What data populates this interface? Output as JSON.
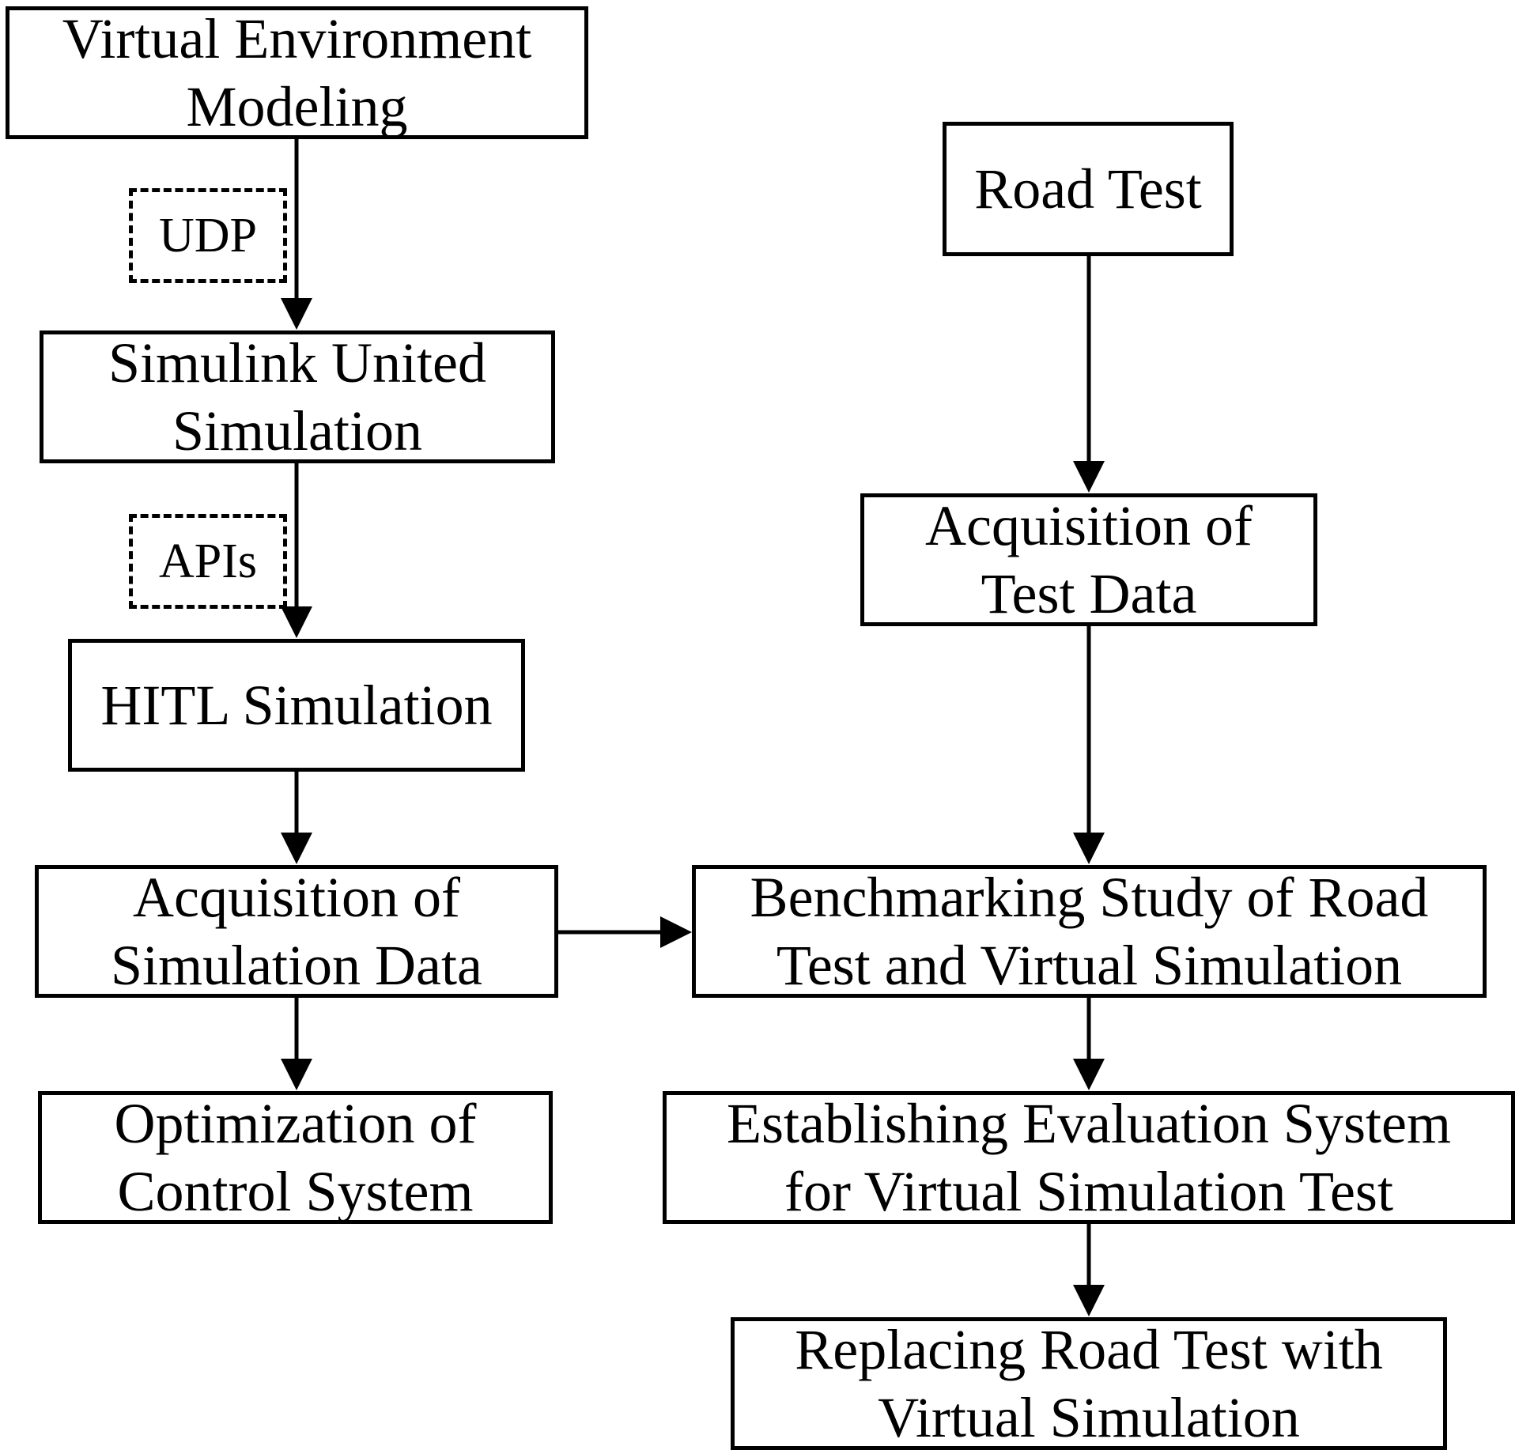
{
  "nodes": {
    "virtual_env": {
      "line1": "Virtual Environment",
      "line2": "Modeling"
    },
    "simulink": {
      "line1": "Simulink United",
      "line2": "Simulation"
    },
    "hitl": {
      "line1": "HITL Simulation"
    },
    "acq_sim": {
      "line1": "Acquisition of",
      "line2": "Simulation Data"
    },
    "optimization": {
      "line1": "Optimization of",
      "line2": "Control System"
    },
    "road_test": {
      "line1": "Road Test"
    },
    "acq_test": {
      "line1": "Acquisition of",
      "line2": "Test Data"
    },
    "benchmark": {
      "line1": "Benchmarking Study of Road",
      "line2": "Test and Virtual Simulation"
    },
    "evaluation": {
      "line1": "Establishing Evaluation System",
      "line2": "for Virtual Simulation Test"
    },
    "replacing": {
      "line1": "Replacing Road Test with",
      "line2": "Virtual Simulation"
    }
  },
  "connectors": {
    "udp": "UDP",
    "apis": "APIs"
  },
  "colors": {
    "stroke": "#000000",
    "background": "#ffffff"
  }
}
